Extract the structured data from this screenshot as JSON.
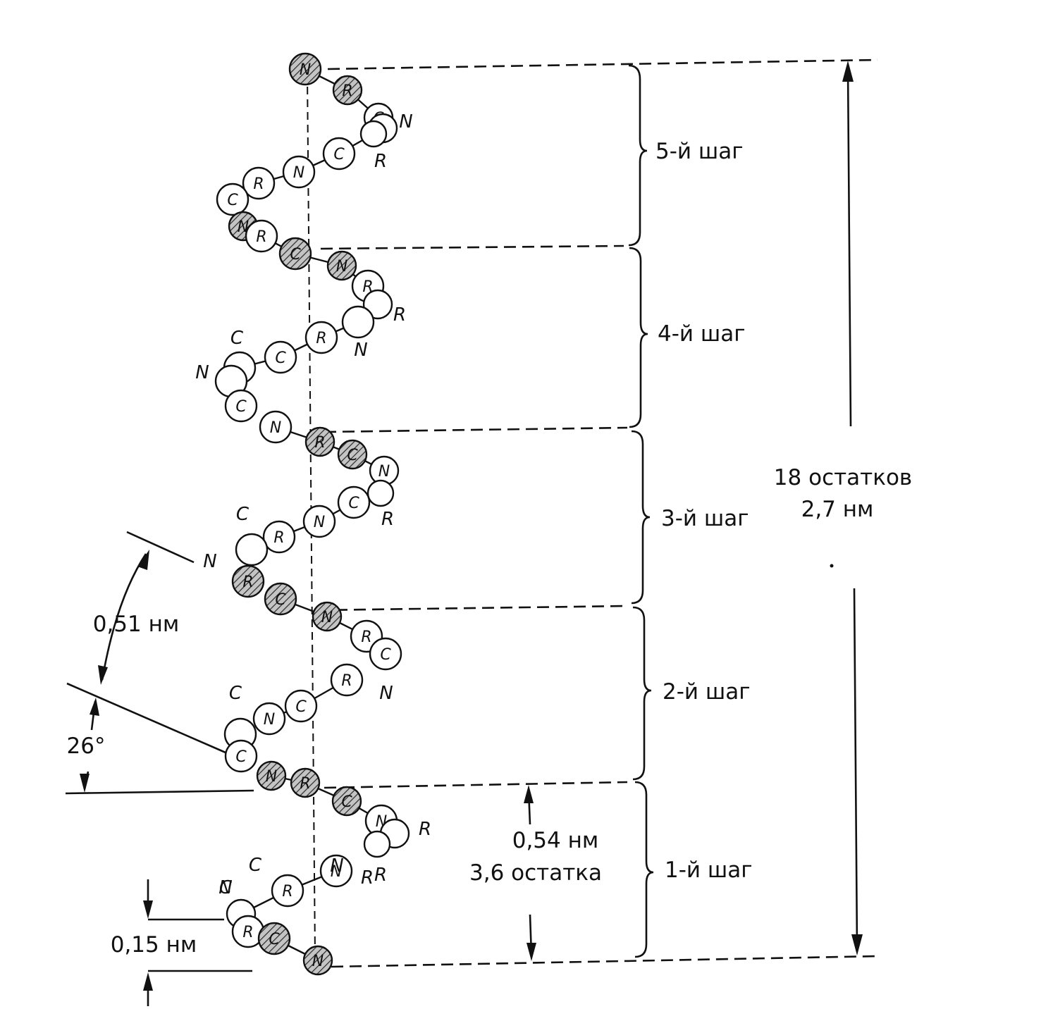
{
  "turns": [
    {
      "label": "5-й шаг"
    },
    {
      "label": "4-й шаг"
    },
    {
      "label": "3-й шаг"
    },
    {
      "label": "2-й шаг"
    },
    {
      "label": "1-й шаг"
    }
  ],
  "total": {
    "line1": "18 остатков",
    "line2": "2,7 нм"
  },
  "pitch": {
    "line1": "0,54 нм",
    "line2": "3,6 остатка"
  },
  "spacing": "0,51 нм",
  "angle": "26°",
  "rise": "0,15 нм",
  "atom_style": {
    "front_fill": "#ffffff",
    "back_fill": "#b9b9b9",
    "ink": "#111111"
  },
  "atoms": [
    {
      "t": "N",
      "back": true
    },
    {
      "t": "R",
      "back": true
    },
    {
      "t": "C",
      "back": false
    },
    {
      "t": "",
      "back": false
    },
    {
      "t": "",
      "back": false
    },
    {
      "t": "C",
      "back": false
    },
    {
      "t": "N",
      "back": false
    },
    {
      "t": "R",
      "back": false
    },
    {
      "t": "C",
      "back": false
    },
    {
      "t": "N",
      "back": true
    },
    {
      "t": "R",
      "back": false
    },
    {
      "t": "C",
      "back": true
    },
    {
      "t": "N",
      "back": true
    },
    {
      "t": "R",
      "back": false
    },
    {
      "t": "",
      "back": false
    },
    {
      "t": "",
      "back": false
    },
    {
      "t": "R",
      "back": false
    },
    {
      "t": "C",
      "back": false
    },
    {
      "t": "",
      "back": false
    },
    {
      "t": "",
      "back": false
    },
    {
      "t": "C",
      "back": false
    },
    {
      "t": "N",
      "back": false
    },
    {
      "t": "R",
      "back": true
    },
    {
      "t": "C",
      "back": true
    },
    {
      "t": "N",
      "back": false
    },
    {
      "t": "",
      "back": false
    },
    {
      "t": "C",
      "back": false
    },
    {
      "t": "N",
      "back": false
    },
    {
      "t": "R",
      "back": false
    },
    {
      "t": "",
      "back": false
    },
    {
      "t": "R",
      "back": true
    },
    {
      "t": "C",
      "back": true
    },
    {
      "t": "N",
      "back": true
    },
    {
      "t": "R",
      "back": false
    },
    {
      "t": "C",
      "back": false
    },
    {
      "t": "R",
      "back": false
    },
    {
      "t": "C",
      "back": false
    },
    {
      "t": "N",
      "back": false
    },
    {
      "t": "",
      "back": false
    },
    {
      "t": "C",
      "back": false
    },
    {
      "t": "N",
      "back": true
    },
    {
      "t": "R",
      "back": true
    },
    {
      "t": "C",
      "back": true
    },
    {
      "t": "N",
      "back": false
    },
    {
      "t": "",
      "back": false
    },
    {
      "t": "",
      "back": false
    },
    {
      "t": "N",
      "back": false
    },
    {
      "t": "R",
      "back": false
    },
    {
      "t": "",
      "back": false
    },
    {
      "t": "R",
      "back": false
    },
    {
      "t": "C",
      "back": true
    },
    {
      "t": "N",
      "back": true
    }
  ],
  "loose_letters": [
    "N",
    "R",
    "C",
    "N",
    "N",
    "R",
    "R",
    "C",
    "N",
    "R",
    "N",
    "R",
    "C",
    "R",
    "N",
    "C",
    "N",
    "C"
  ]
}
